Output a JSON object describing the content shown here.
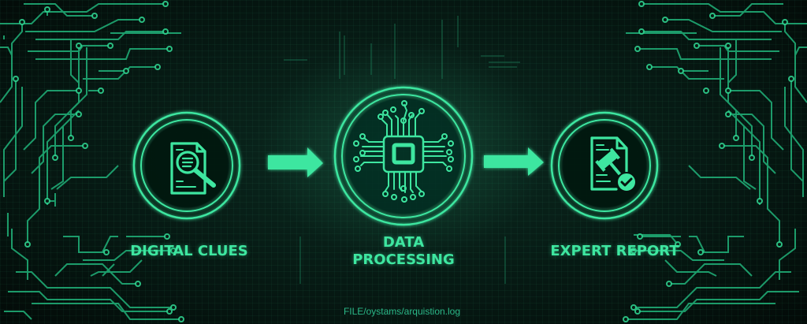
{
  "theme": {
    "accent": "#3ee6a0",
    "accent_dim": "#1f9a6a",
    "background": "#06140f"
  },
  "steps": [
    {
      "id": "digital-clues",
      "label": "DIGITAL CLUES",
      "icon": "document-magnifier-icon"
    },
    {
      "id": "data-processing",
      "label_line1": "DATA",
      "label_line2": "PROCESSING",
      "icon": "cpu-chip-icon"
    },
    {
      "id": "expert-report",
      "label": "EXPERT REPORT",
      "icon": "document-gavel-check-icon"
    }
  ],
  "connectors": [
    {
      "from": "digital-clues",
      "to": "data-processing",
      "icon": "arrow-right-icon"
    },
    {
      "from": "data-processing",
      "to": "expert-report",
      "icon": "arrow-right-icon"
    }
  ],
  "footer": {
    "path": "FILE/oystams/arquistion.log"
  }
}
